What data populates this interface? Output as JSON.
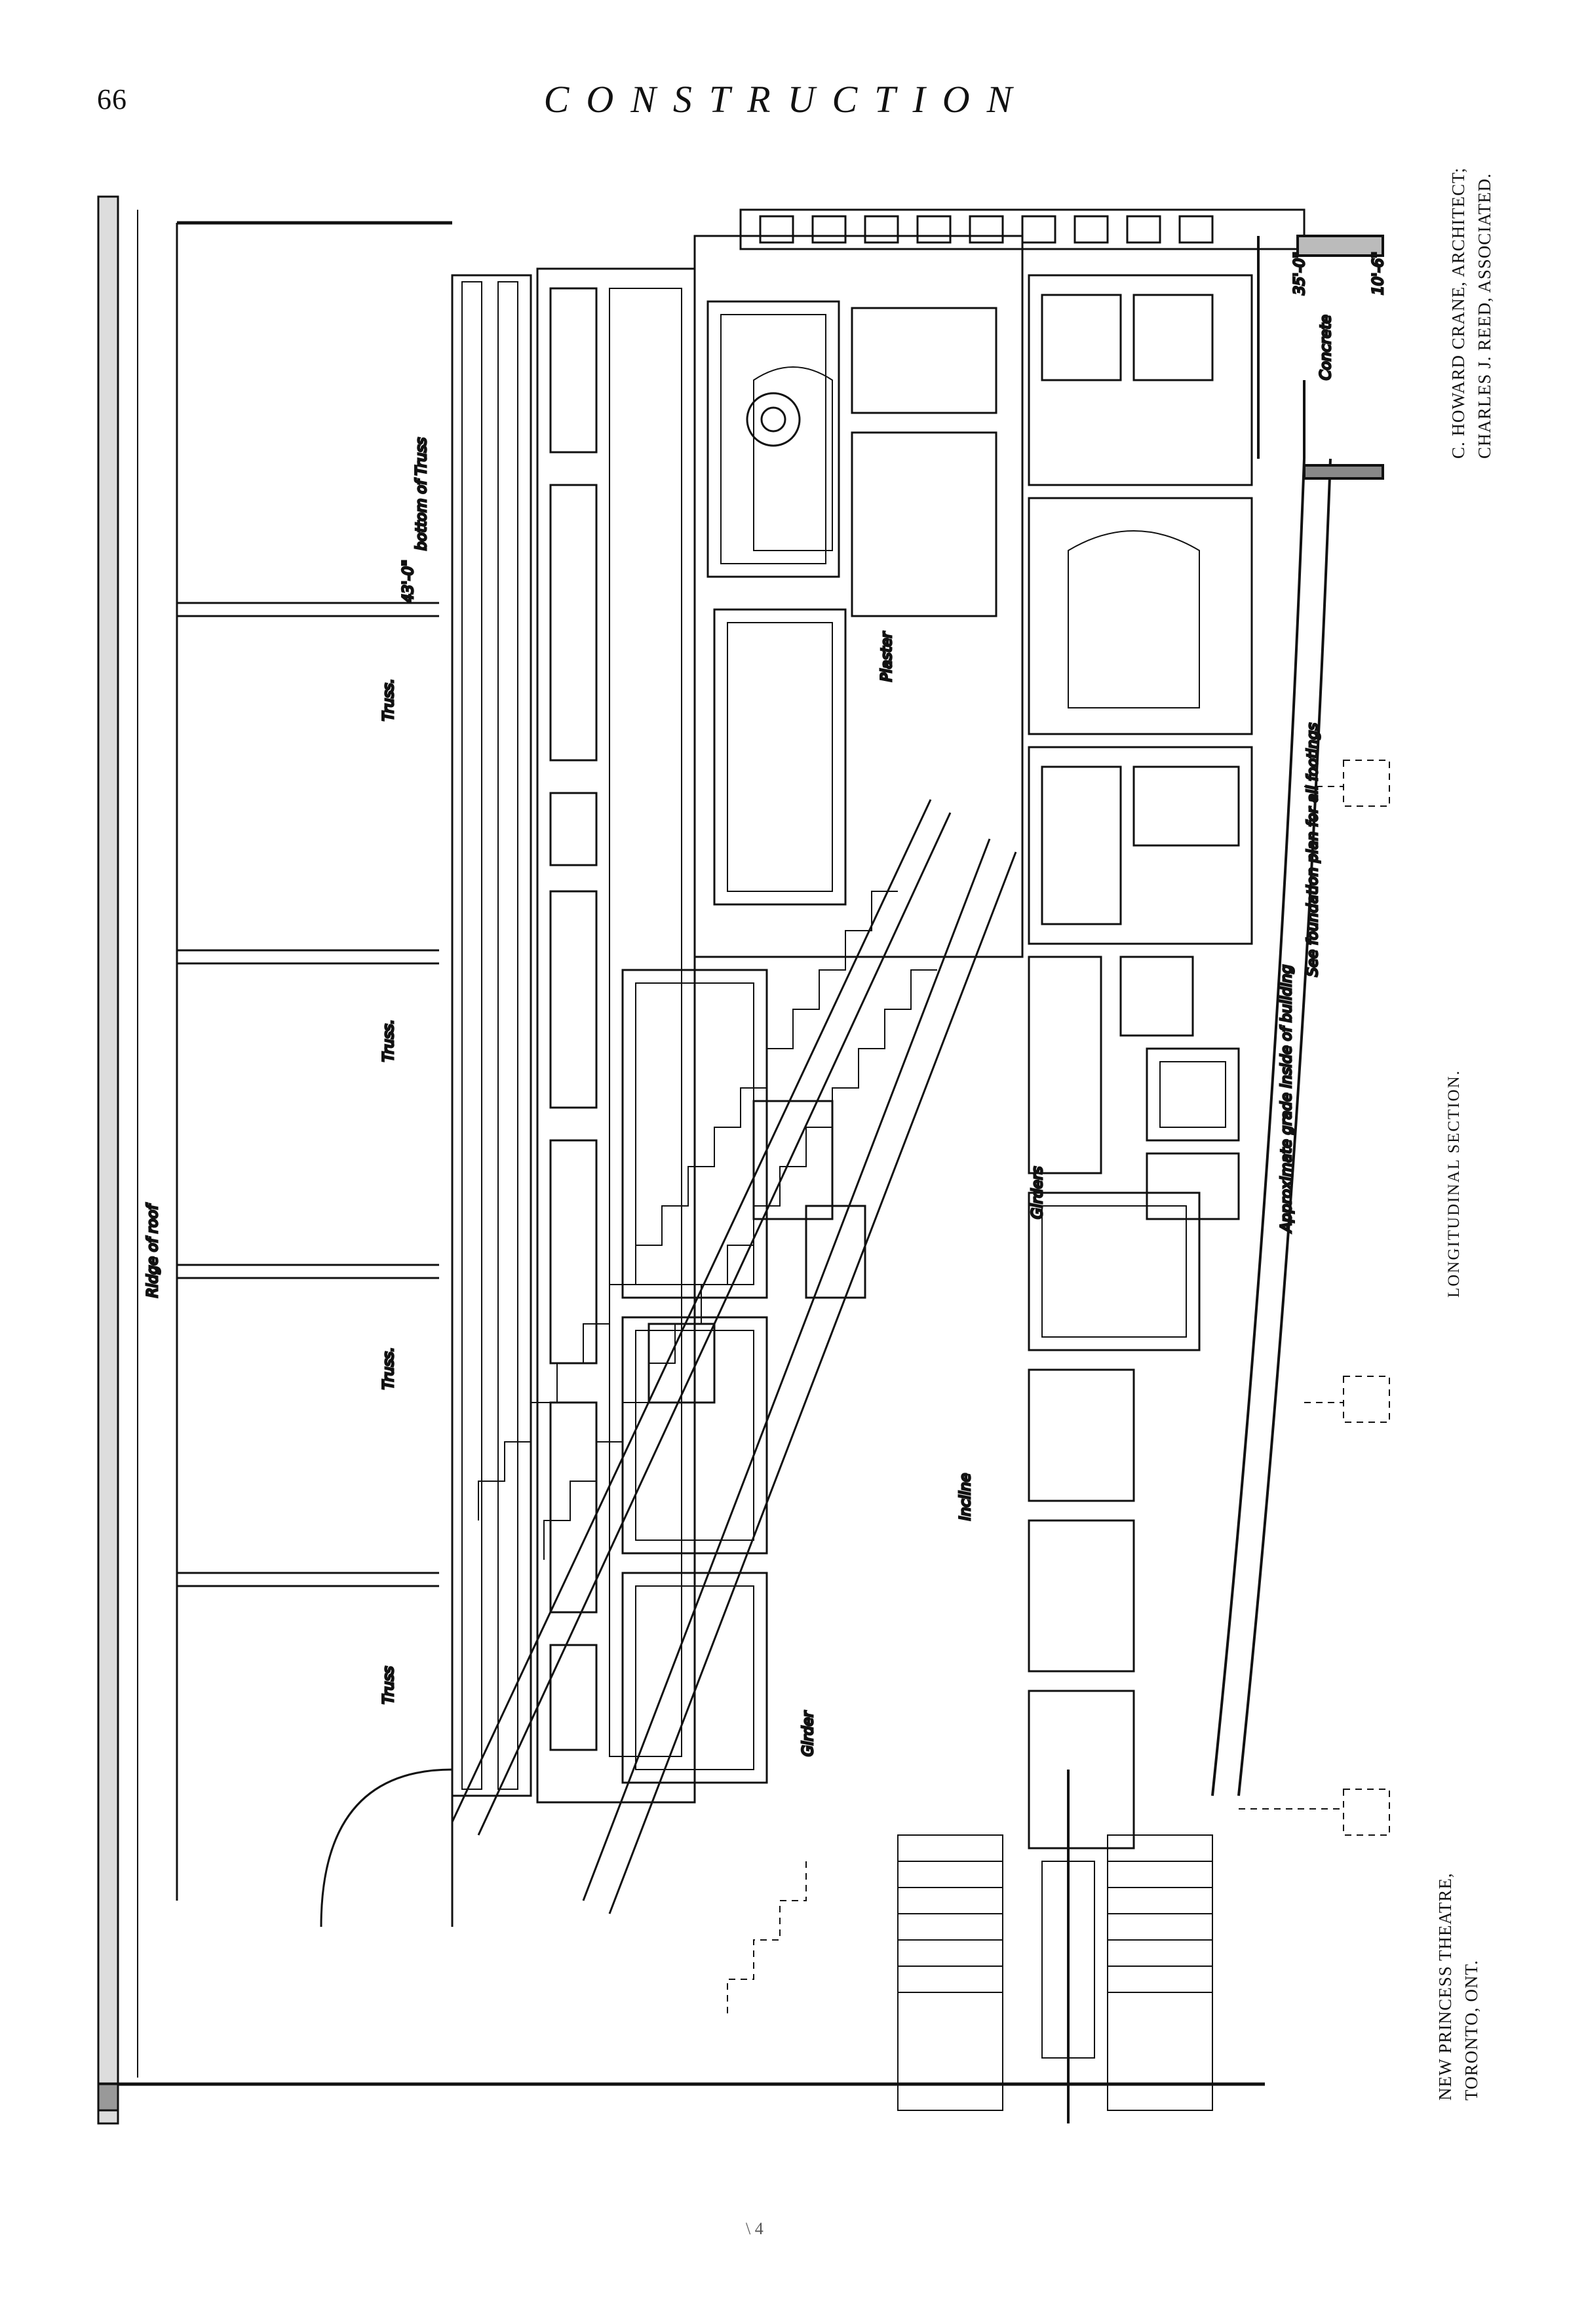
{
  "page_number": "66",
  "journal_title": "CONSTRUCTION",
  "drawing_title": "LONGITUDINAL SECTION.",
  "caption_left": [
    "NEW PRINCESS THEATRE,",
    "TORONTO, ONT."
  ],
  "caption_right": [
    "C. HOWARD CRANE, ARCHITECT;",
    "CHARLES J. REED, ASSOCIATED."
  ],
  "annotations": {
    "ridge": "Ridge of roof",
    "truss_1": "Truss.",
    "truss_2": "Truss.",
    "truss_3": "Truss.",
    "truss_4": "Truss",
    "bottom_truss": "bottom of Truss",
    "plaster": "Plaster",
    "girder": "Girder",
    "girders": "Girders",
    "incline": "Incline",
    "grade": "Approximate grade inside of building",
    "footings": "See foundation plan for all footings",
    "concrete": "Concrete",
    "level_1": "35'-0\"",
    "level_2": "10'-6\"",
    "level_3": "43'-0\""
  },
  "folio_mark": "\\ 4"
}
